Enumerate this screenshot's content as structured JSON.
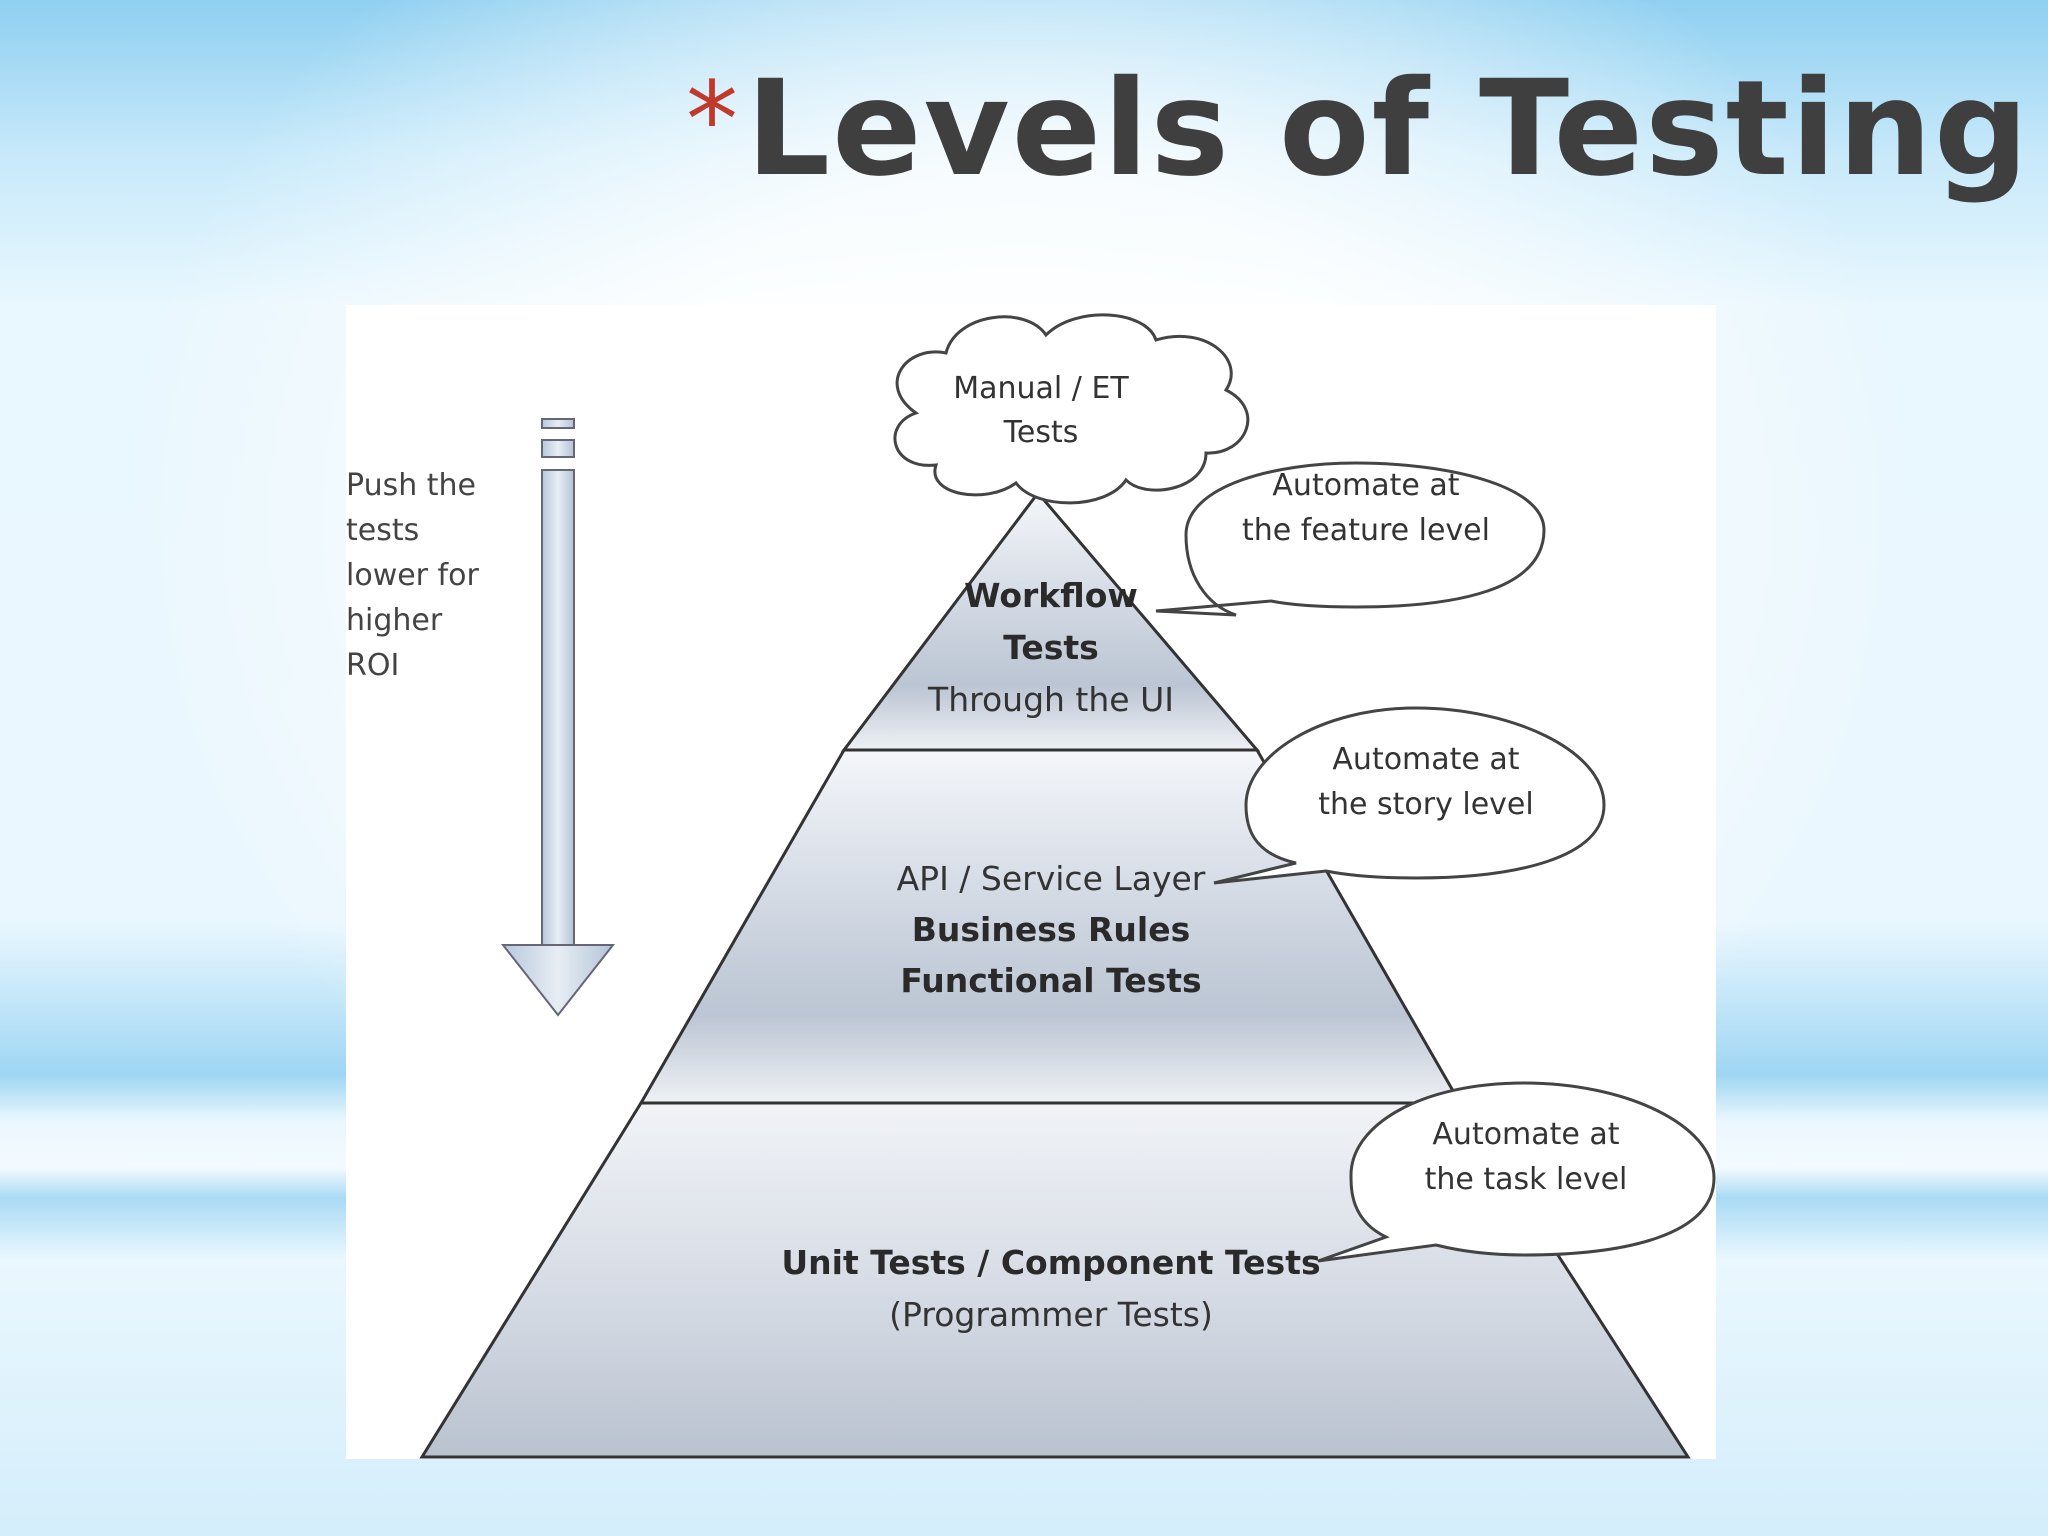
{
  "slide": {
    "title_bullet": "*",
    "title": "Levels of Testing",
    "accent_color": "#c0392b"
  },
  "diagram": {
    "side_note": [
      "Push the",
      "tests",
      "lower for",
      "higher",
      "ROI"
    ],
    "cloud": [
      "Manual / ET",
      "Tests"
    ],
    "top_tier": {
      "line1": "Workflow",
      "line2": "Tests",
      "line3": "Through the UI"
    },
    "middle_tier": {
      "line1": "API / Service Layer",
      "line2": "Business Rules",
      "line3": "Functional Tests"
    },
    "bottom_tier": {
      "line1": "Unit Tests / Component Tests",
      "line2": "(Programmer Tests)"
    },
    "callouts": {
      "feature": [
        "Automate at",
        "the feature level"
      ],
      "story": [
        "Automate at",
        "the story level"
      ],
      "task": [
        "Automate at",
        "the task level"
      ]
    }
  }
}
